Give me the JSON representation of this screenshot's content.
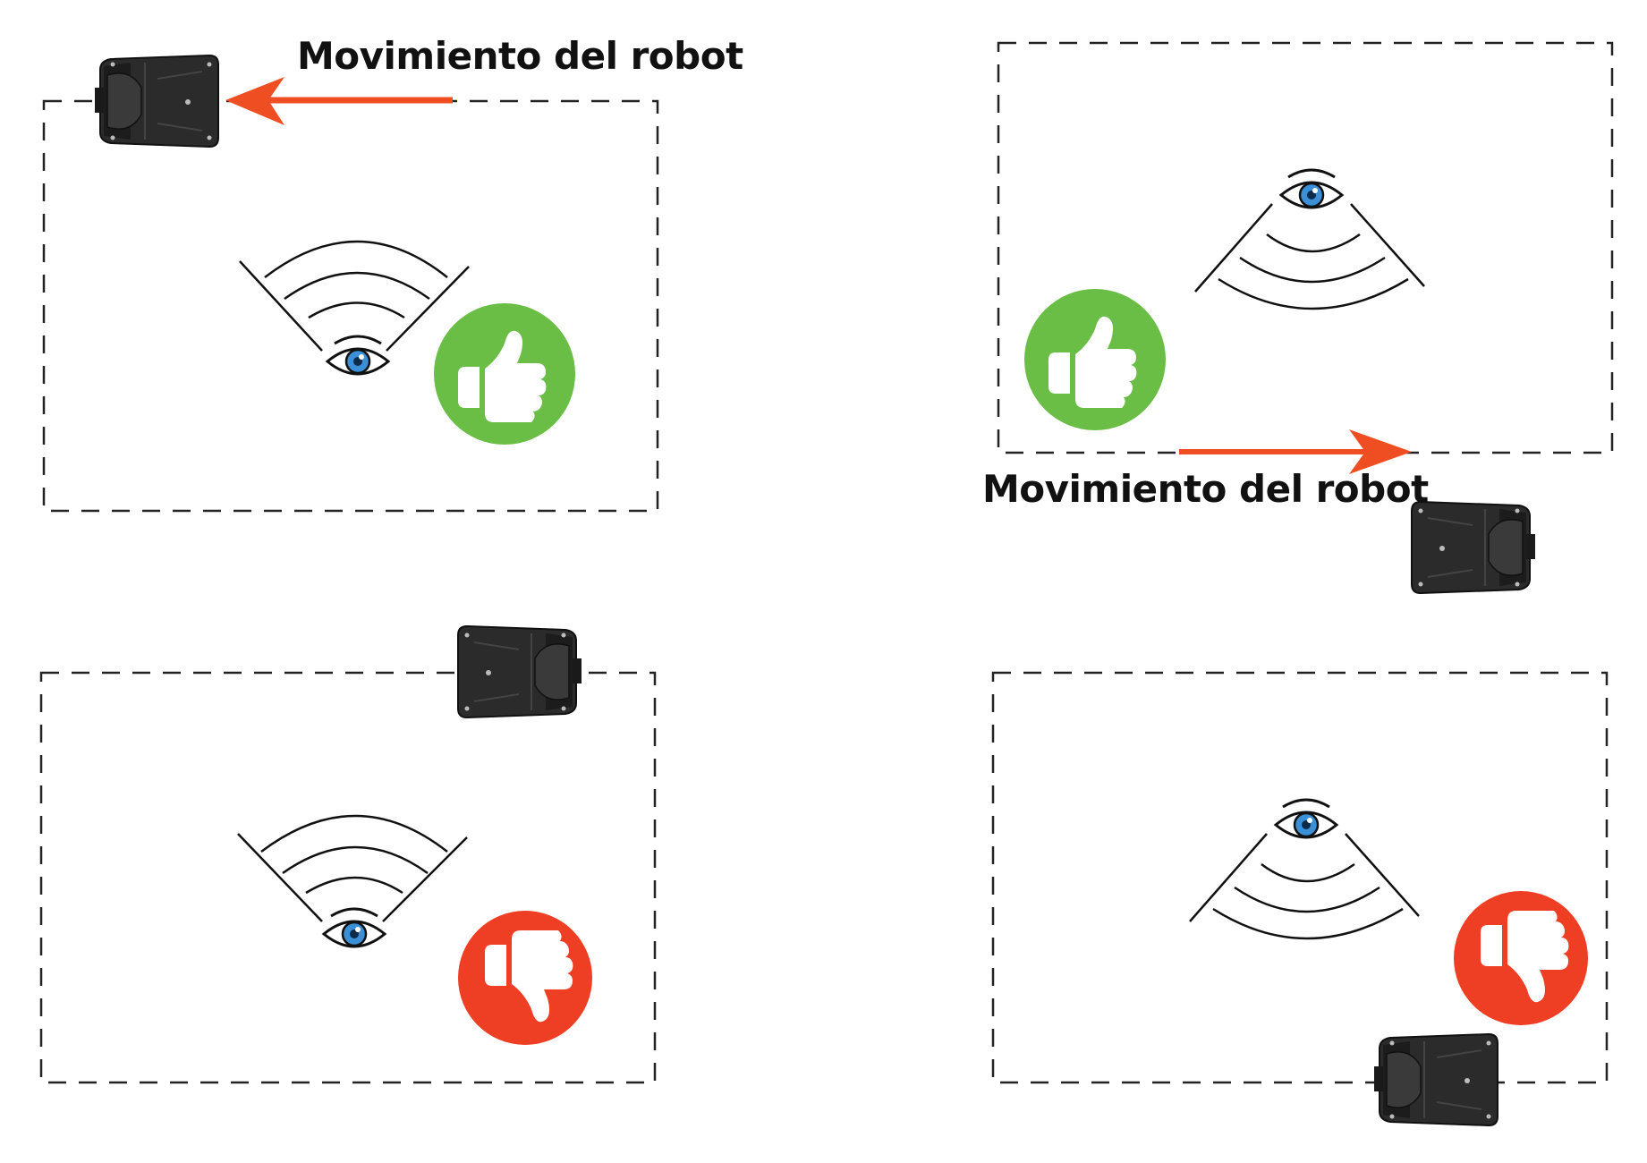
{
  "captions": {
    "robot_movement_top": "Movimiento del robot",
    "robot_movement_right": "Movimiento del robot"
  },
  "colors": {
    "arrow": "#ef4e23",
    "good": "#6abd45",
    "bad": "#ee3e23",
    "eye_iris": "#3a8fd6",
    "robot": "#2c2c2c",
    "border": "#222222"
  },
  "panels": [
    {
      "id": "top-left",
      "sensor": "eye-up",
      "robot_position": "top-left edge",
      "arrow": "left",
      "result": "thumbs-up"
    },
    {
      "id": "top-right",
      "sensor": "eye-down",
      "robot_position": "bottom-right edge",
      "arrow": "right",
      "result": "thumbs-up"
    },
    {
      "id": "bottom-left",
      "sensor": "eye-up",
      "robot_position": "top-right edge",
      "arrow": "none",
      "result": "thumbs-down"
    },
    {
      "id": "bottom-right",
      "sensor": "eye-down",
      "robot_position": "bottom-right edge",
      "arrow": "none",
      "result": "thumbs-down"
    }
  ]
}
